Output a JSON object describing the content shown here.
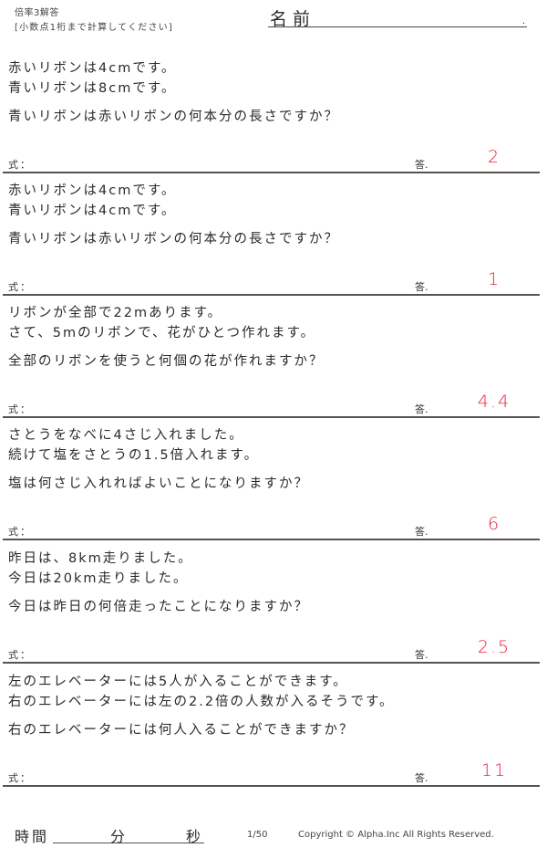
{
  "header": {
    "title": "倍率3解答",
    "subtitle": "[小数点1桁まで計算してください]",
    "name_label": "名前",
    "name_value": "",
    "name_end": "."
  },
  "labels": {
    "formula": "式：",
    "answer": "答."
  },
  "problems": [
    {
      "line1": "赤いリボンは4cmです。",
      "line2": "青いリボンは8cmです。",
      "question": "青いリボンは赤いリボンの何本分の長さですか？",
      "formula": "",
      "answer": "2"
    },
    {
      "line1": "赤いリボンは4cmです。",
      "line2": "青いリボンは4cmです。",
      "question": "青いリボンは赤いリボンの何本分の長さですか？",
      "formula": "",
      "answer": "1"
    },
    {
      "line1": "リボンが全部で22mあります。",
      "line2": "さて、5mのリボンで、花がひとつ作れます。",
      "question": "全部のリボンを使うと何個の花が作れますか？",
      "formula": "",
      "answer": "4.4"
    },
    {
      "line1": "さとうをなべに4さじ入れました。",
      "line2": "続けて塩をさとうの1.5倍入れます。",
      "question": "塩は何さじ入れればよいことになりますか？",
      "formula": "",
      "answer": "6"
    },
    {
      "line1": "昨日は、8km走りました。",
      "line2": "今日は20km走りました。",
      "question": "今日は昨日の何倍走ったことになりますか？",
      "formula": "",
      "answer": "2.5"
    },
    {
      "line1": "左のエレベーターには5人が入ることができます。",
      "line2": "右のエレベーターには左の2.2倍の人数が入るそうです。",
      "question": "右のエレベーターには何人入ることができますか？",
      "formula": "",
      "answer": "11"
    }
  ],
  "footer": {
    "time_label": "時間",
    "minutes_label": "分",
    "seconds_label": "秒",
    "minutes_value": "",
    "seconds_value": "",
    "page": "1/50",
    "copyright": "Copyright ©  Alpha.Inc All Rights Reserved."
  },
  "colors": {
    "answer": "#e8233a",
    "text": "#2a2a2a",
    "rule": "#5a5050"
  }
}
